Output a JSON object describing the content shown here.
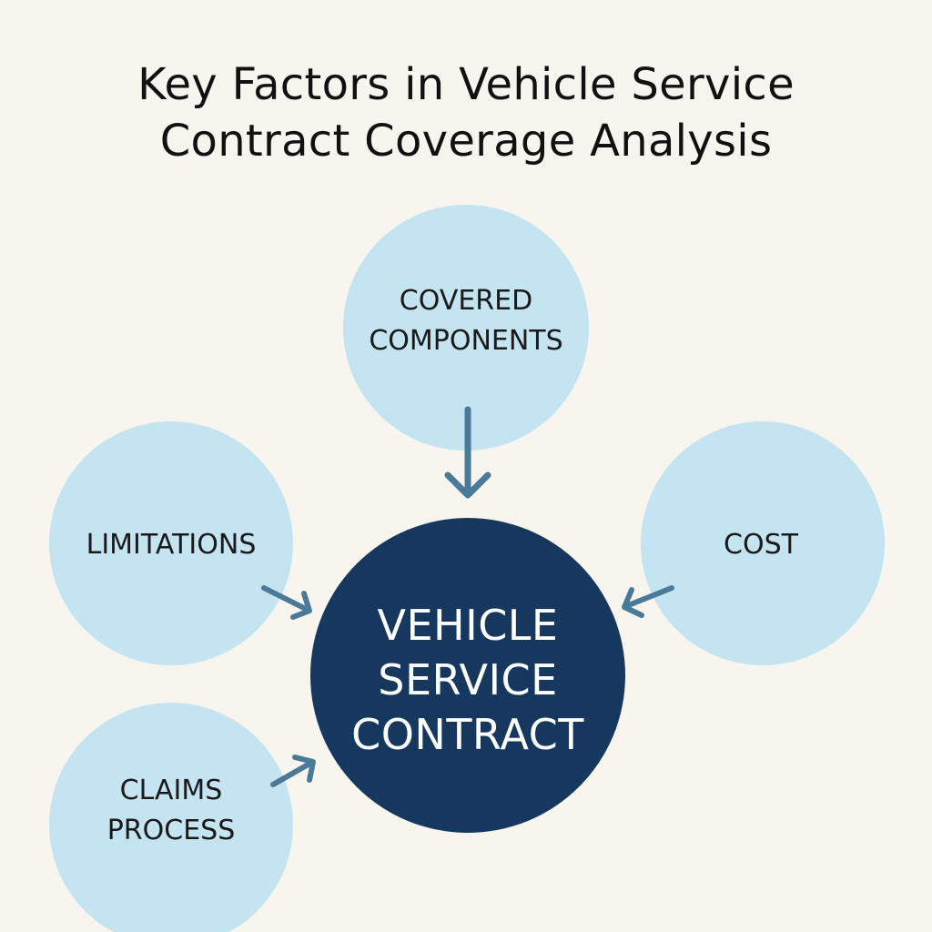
{
  "title": {
    "line1": "Key Factors in Vehicle Service",
    "line2": "Contract Coverage Analysis"
  },
  "center": {
    "line1": "VEHICLE",
    "line2": "SERVICE",
    "line3": "CONTRACT"
  },
  "factors": {
    "covered_components": {
      "line1": "COVERED",
      "line2": "COMPONENTS"
    },
    "limitations": {
      "line1": "LIMITATIONS"
    },
    "cost": {
      "line1": "COST"
    },
    "claims_process": {
      "line1": "CLAIMS",
      "line2": "PROCESS"
    }
  },
  "colors": {
    "background": "#f8f5ef",
    "factor_circle": "#c3e4f0",
    "center_circle": "#16385e",
    "arrow": "#4a7a99",
    "title_text": "#111111"
  }
}
